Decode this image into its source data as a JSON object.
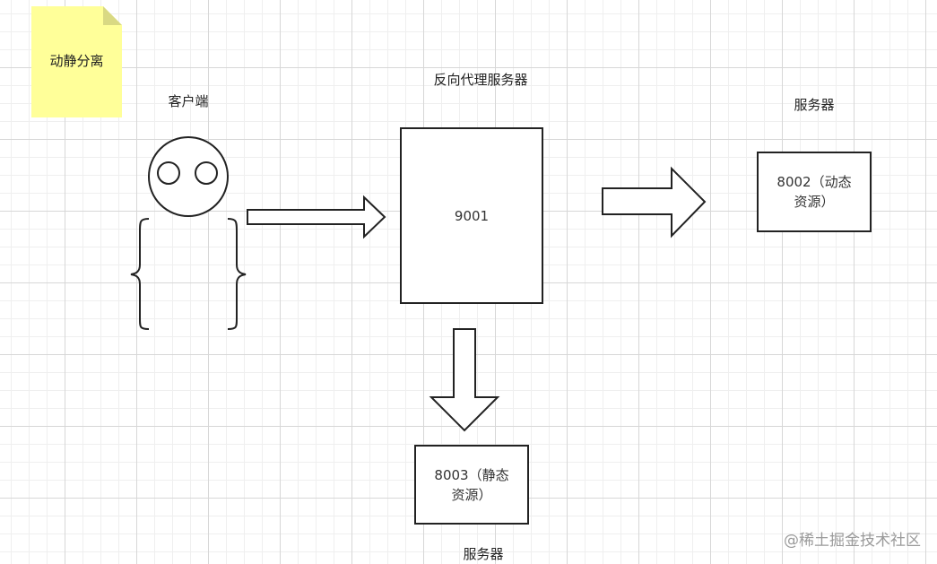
{
  "note": {
    "text": "动静分离",
    "color": "#ffff99",
    "fold_color": "#d9d983"
  },
  "client": {
    "label": "客户端",
    "icon": "person-icon"
  },
  "proxy": {
    "label": "反向代理服务器",
    "port": "9001"
  },
  "dynamic_server": {
    "label": "服务器",
    "text_line1": "8002（动态",
    "text_line2": "资源）"
  },
  "static_server": {
    "label": "服务器",
    "text_line1": "8003（静态",
    "text_line2": "资源）"
  },
  "arrows": {
    "icon": "arrow-icon",
    "stroke": "#222222"
  },
  "watermark": "@稀土掘金技术社区"
}
